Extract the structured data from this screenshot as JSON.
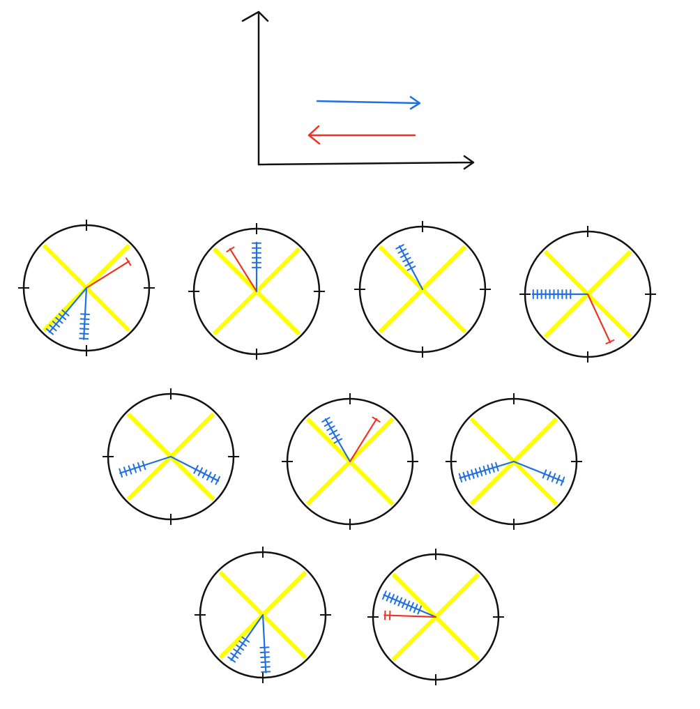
{
  "colors": {
    "ink": "#111111",
    "yellow": "#ffff00",
    "blue": "#1f6fe0",
    "red": "#ee3322",
    "background": "#ffffff"
  },
  "axes": {
    "x_arrow_label": "",
    "y_arrow_label": ""
  },
  "legend_arrows": [
    {
      "name": "blue-arrow",
      "color_key": "blue",
      "direction": "right"
    },
    {
      "name": "red-arrow",
      "color_key": "red",
      "direction": "left"
    }
  ],
  "circles": [
    {
      "row": 1,
      "col": 1,
      "vectors": [
        {
          "color_key": "red",
          "angle_deg": 32,
          "length": 0.8,
          "ticks": 1
        },
        {
          "color_key": "blue",
          "angle_deg": 230,
          "length": 0.92,
          "ticks": 6
        },
        {
          "color_key": "blue",
          "angle_deg": 267,
          "length": 0.82,
          "ticks": 6
        }
      ]
    },
    {
      "row": 1,
      "col": 2,
      "vectors": [
        {
          "color_key": "red",
          "angle_deg": 122,
          "length": 0.8,
          "ticks": 1
        },
        {
          "color_key": "blue",
          "angle_deg": 90,
          "length": 0.78,
          "ticks": 6
        }
      ]
    },
    {
      "row": 1,
      "col": 3,
      "vectors": [
        {
          "color_key": "blue",
          "angle_deg": 118,
          "length": 0.78,
          "ticks": 6
        }
      ]
    },
    {
      "row": 1,
      "col": 4,
      "vectors": [
        {
          "color_key": "blue",
          "angle_deg": 180,
          "length": 0.88,
          "ticks": 10
        },
        {
          "color_key": "red",
          "angle_deg": 295,
          "length": 0.85,
          "ticks": 1
        }
      ]
    },
    {
      "row": 2,
      "col": 1,
      "vectors": [
        {
          "color_key": "blue",
          "angle_deg": 198,
          "length": 0.85,
          "ticks": 6
        },
        {
          "color_key": "blue",
          "angle_deg": 333,
          "length": 0.85,
          "ticks": 6
        }
      ]
    },
    {
      "row": 2,
      "col": 2,
      "vectors": [
        {
          "color_key": "blue",
          "angle_deg": 120,
          "length": 0.78,
          "ticks": 6
        },
        {
          "color_key": "red",
          "angle_deg": 58,
          "length": 0.8,
          "ticks": 1
        }
      ]
    },
    {
      "row": 2,
      "col": 3,
      "vectors": [
        {
          "color_key": "blue",
          "angle_deg": 197,
          "length": 0.9,
          "ticks": 10
        },
        {
          "color_key": "blue",
          "angle_deg": 338,
          "length": 0.85,
          "ticks": 5
        }
      ]
    },
    {
      "row": 3,
      "col": 1,
      "vectors": [
        {
          "color_key": "blue",
          "angle_deg": 235,
          "length": 0.88,
          "ticks": 6
        },
        {
          "color_key": "blue",
          "angle_deg": 273,
          "length": 0.92,
          "ticks": 6
        }
      ]
    },
    {
      "row": 3,
      "col": 2,
      "vectors": [
        {
          "color_key": "blue",
          "angle_deg": 157,
          "length": 0.9,
          "ticks": 10
        },
        {
          "color_key": "red",
          "angle_deg": 178,
          "length": 0.82,
          "ticks": 2
        }
      ]
    }
  ]
}
